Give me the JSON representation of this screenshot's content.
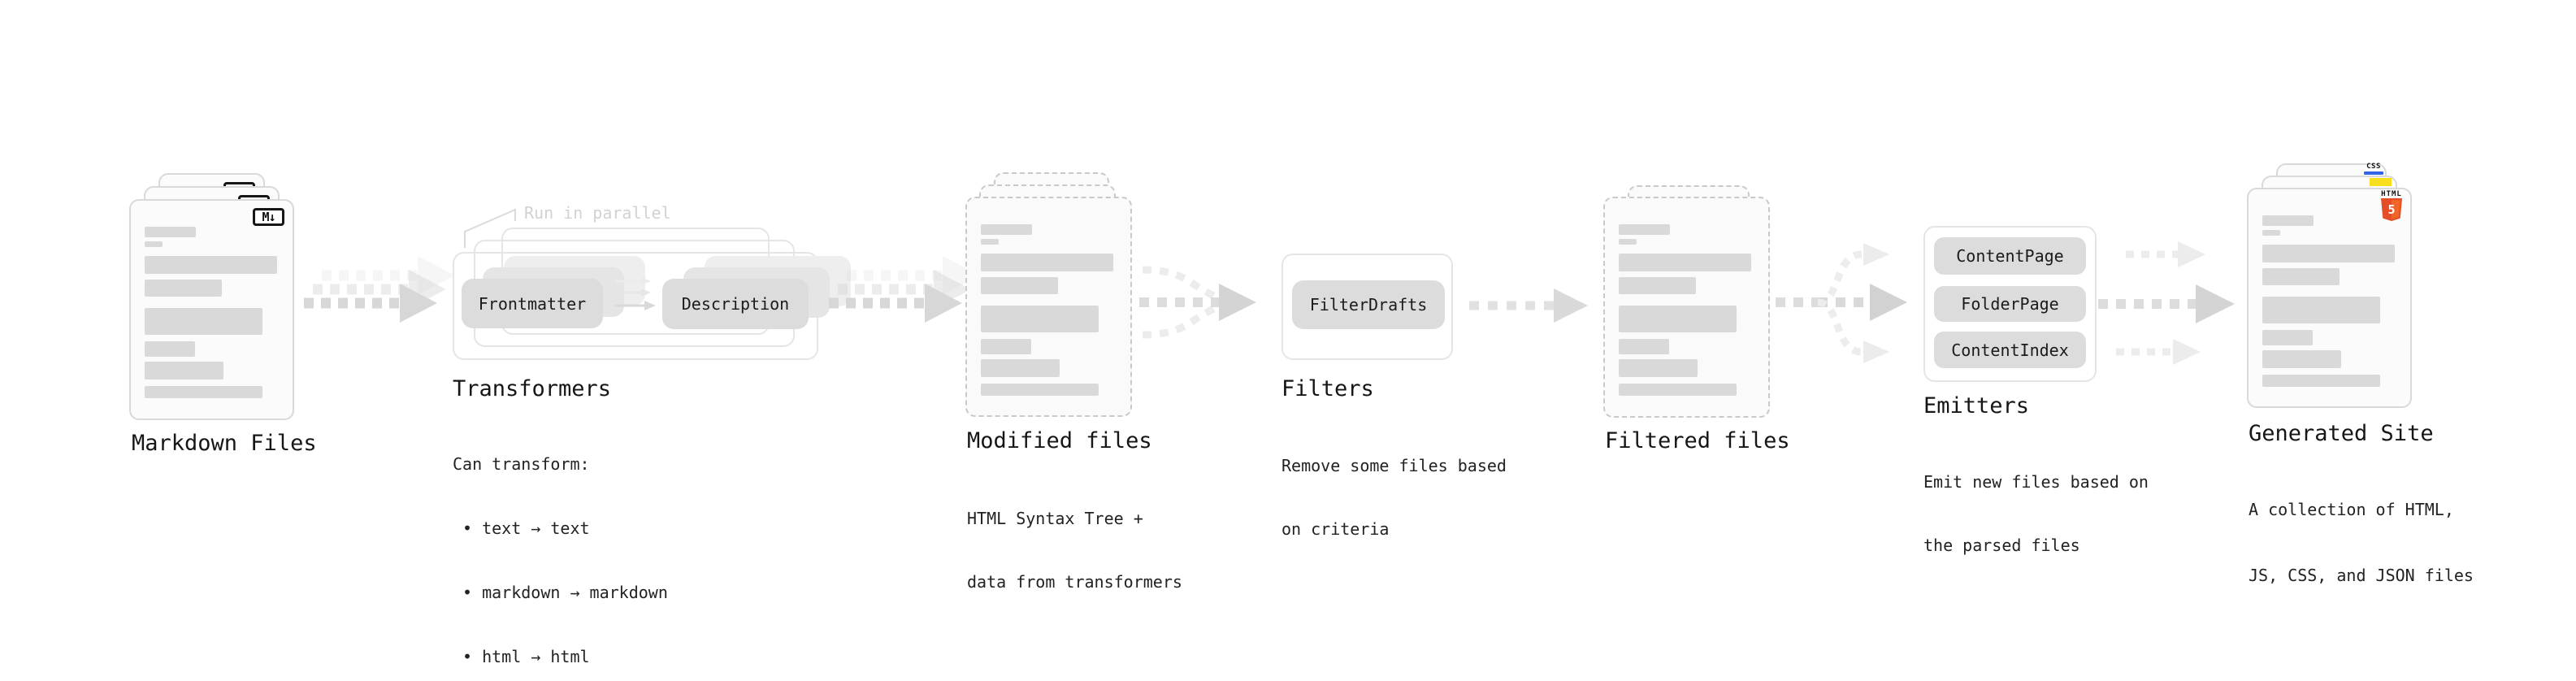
{
  "stages": {
    "markdown_files": {
      "label": "Markdown Files",
      "badge": "M↓"
    },
    "transformers": {
      "annotation": "Run in parallel",
      "pill_left": "Frontmatter",
      "pill_right": "Description",
      "title": "Transformers",
      "subtitle": "Can transform:",
      "bullets": [
        "• text → text",
        "• markdown → markdown",
        "• html → html"
      ]
    },
    "modified_files": {
      "label": "Modified files",
      "description": [
        "HTML Syntax Tree +",
        "data from transformers"
      ]
    },
    "filters": {
      "pill": "FilterDrafts",
      "title": "Filters",
      "description": [
        "Remove some files based",
        "on criteria"
      ]
    },
    "filtered_files": {
      "label": "Filtered files"
    },
    "emitters": {
      "pills": [
        "ContentPage",
        "FolderPage",
        "ContentIndex"
      ],
      "title": "Emitters",
      "description": [
        "Emit new files based on",
        "the parsed files"
      ]
    },
    "generated_site": {
      "label": "Generated Site",
      "description": [
        "A collection of HTML,",
        "JS, CSS, and JSON files"
      ],
      "css_badge": "CSS",
      "html_badge": "HTML",
      "html5_number": "5"
    }
  },
  "colors": {
    "arrow_dark": "#d6d6d6",
    "arrow_light": "#ececec",
    "bar": "#d9d9d9",
    "html5_orange": "#e44d26",
    "html5_orange_light": "#f16529",
    "js_yellow": "#f7df1e",
    "css_blue": "#2f63e8"
  },
  "file_card_bars": [
    {
      "t": 32,
      "w": 63,
      "h": 13
    },
    {
      "t": 50,
      "w": 22,
      "h": 7
    },
    {
      "t": 68,
      "w": 163,
      "h": 22
    },
    {
      "t": 97,
      "w": 95,
      "h": 21
    },
    {
      "t": 132,
      "w": 145,
      "h": 33
    },
    {
      "t": 173,
      "w": 62,
      "h": 19
    },
    {
      "t": 198,
      "w": 97,
      "h": 22
    },
    {
      "t": 228,
      "w": 145,
      "h": 15
    }
  ]
}
